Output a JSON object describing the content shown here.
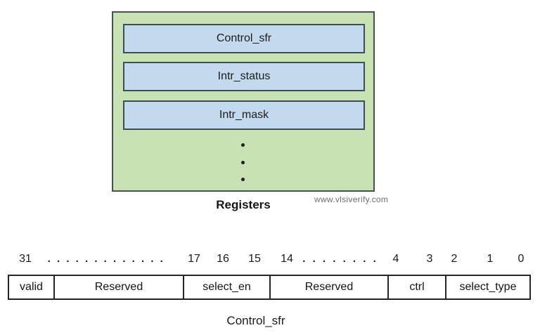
{
  "register_bank": {
    "registers": [
      "Control_sfr",
      "Intr_status",
      "Intr_mask"
    ],
    "ellipsis_dots": [
      ".",
      ".",
      "."
    ],
    "caption": "Registers"
  },
  "watermark": "www.vlsiverify.com",
  "bitfield": {
    "bit_labels": [
      "31",
      ". . . . . . . . . . . . .",
      "17",
      "16",
      "15",
      "14",
      ". . . . . . . .",
      "4",
      "3",
      "2",
      "1",
      "0"
    ],
    "fields": [
      "valid",
      "Reserved",
      "select_en",
      "Reserved",
      "ctrl",
      "select_type"
    ],
    "caption": "Control_sfr"
  },
  "colors": {
    "register_bank_fill": "#c8e2b3",
    "register_fill": "#c2d9ee",
    "box_border": "#4a4f4c",
    "table_border": "#242424",
    "watermark_gray": "#6e6e6e"
  }
}
